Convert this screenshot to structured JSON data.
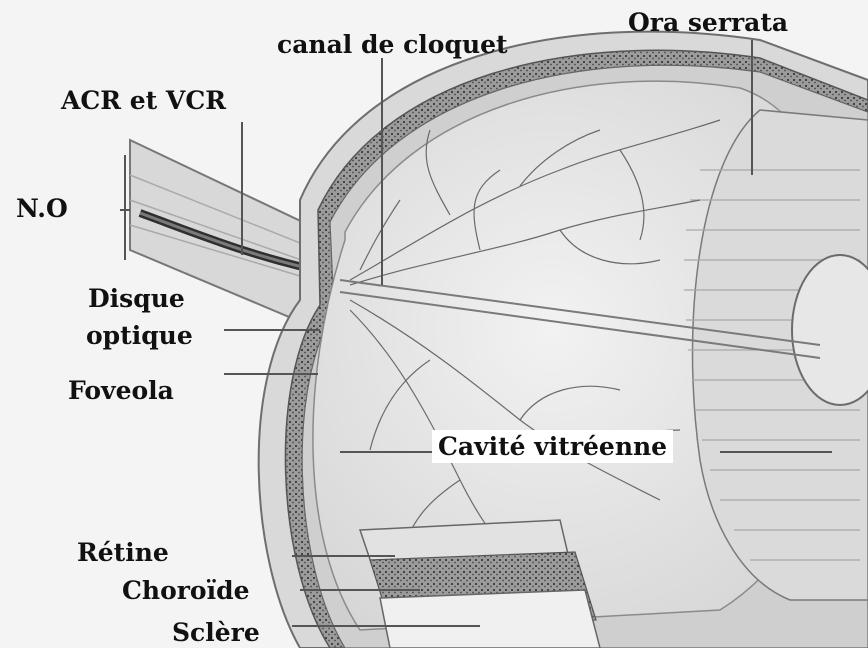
{
  "diagram": {
    "labels": {
      "canal": "canal de cloquet",
      "ora": "Ora serrata",
      "acr": "ACR et VCR",
      "no": "N.O",
      "disque1": "Disque",
      "disque2": "optique",
      "foveola": "Foveola",
      "cavite": "Cavité vitréenne",
      "retine": "Rétine",
      "choroide": "Choroïde",
      "sclere": "Sclère"
    },
    "colors": {
      "background": "#f4f4f4",
      "sclera": "#d9d9d9",
      "choroid": "#8a8a8a",
      "vitreous": "#e9e9e9",
      "vessels": "#6a6a6a",
      "leader_lines": "#555555",
      "text": "#111111"
    }
  }
}
